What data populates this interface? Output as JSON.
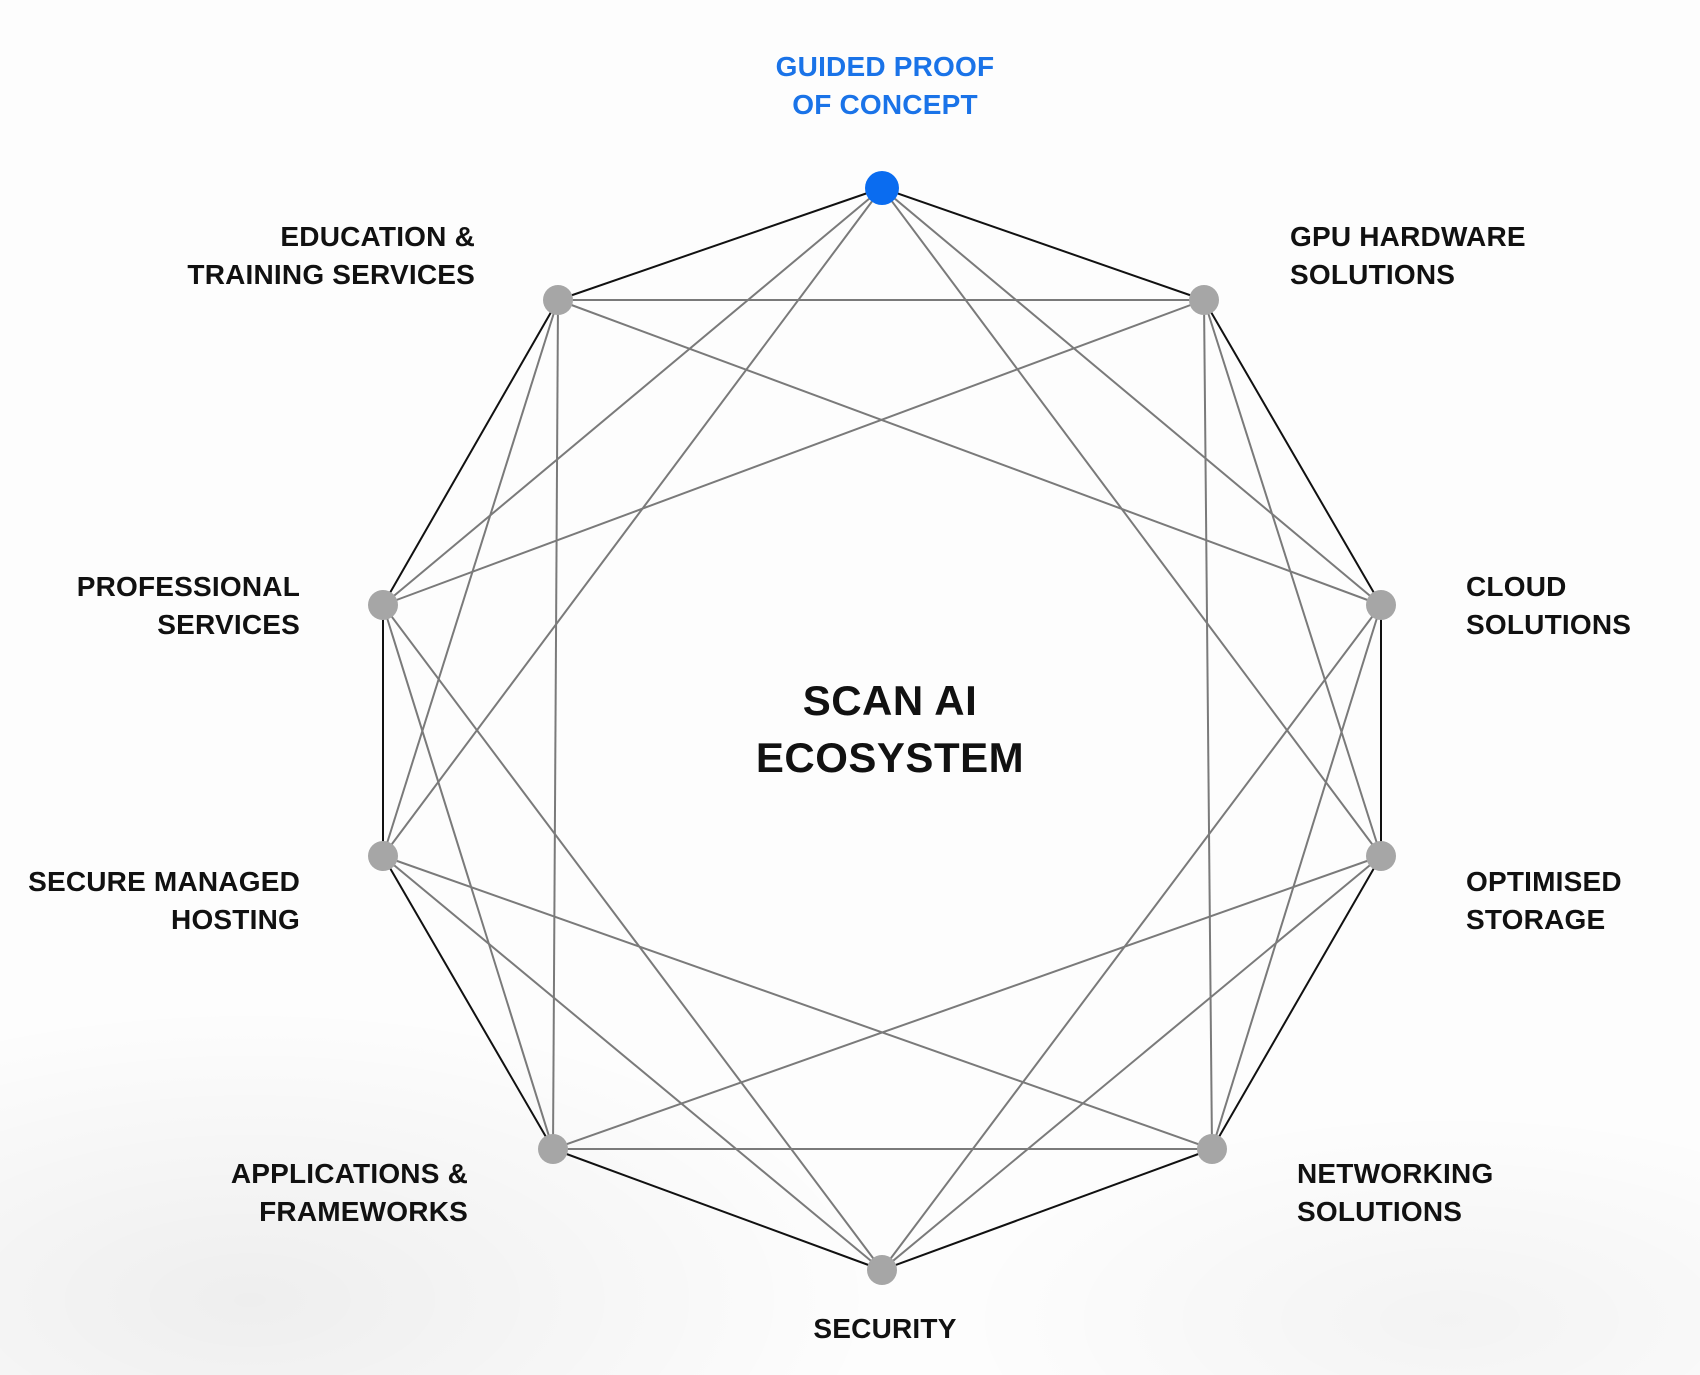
{
  "center": {
    "line1": "SCAN AI",
    "line2": "ECOSYSTEM"
  },
  "nodes": [
    {
      "id": "guided-proof-of-concept",
      "lines": [
        "GUIDED PROOF",
        "OF CONCEPT"
      ],
      "active": true
    },
    {
      "id": "gpu-hardware-solutions",
      "lines": [
        "GPU HARDWARE",
        "SOLUTIONS"
      ],
      "active": false
    },
    {
      "id": "cloud-solutions",
      "lines": [
        "CLOUD",
        "SOLUTIONS"
      ],
      "active": false
    },
    {
      "id": "optimised-storage",
      "lines": [
        "OPTIMISED",
        "STORAGE"
      ],
      "active": false
    },
    {
      "id": "networking-solutions",
      "lines": [
        "NETWORKING",
        "SOLUTIONS"
      ],
      "active": false
    },
    {
      "id": "security",
      "lines": [
        "SECURITY"
      ],
      "active": false
    },
    {
      "id": "applications-frameworks",
      "lines": [
        "APPLICATIONS &",
        "FRAMEWORKS"
      ],
      "active": false
    },
    {
      "id": "secure-managed-hosting",
      "lines": [
        "SECURE MANAGED",
        "HOSTING"
      ],
      "active": false
    },
    {
      "id": "professional-services",
      "lines": [
        "PROFESSIONAL",
        "SERVICES"
      ],
      "active": false
    },
    {
      "id": "education-training-services",
      "lines": [
        "EDUCATION &",
        "TRAINING SERVICES"
      ],
      "active": false
    }
  ],
  "colors": {
    "active": "#1a73e8",
    "dot_active": "#0a6cf0",
    "dot_inactive": "#a6a6a6",
    "outline": "#111111",
    "chord": "#7a7a7a",
    "text": "#111111"
  }
}
